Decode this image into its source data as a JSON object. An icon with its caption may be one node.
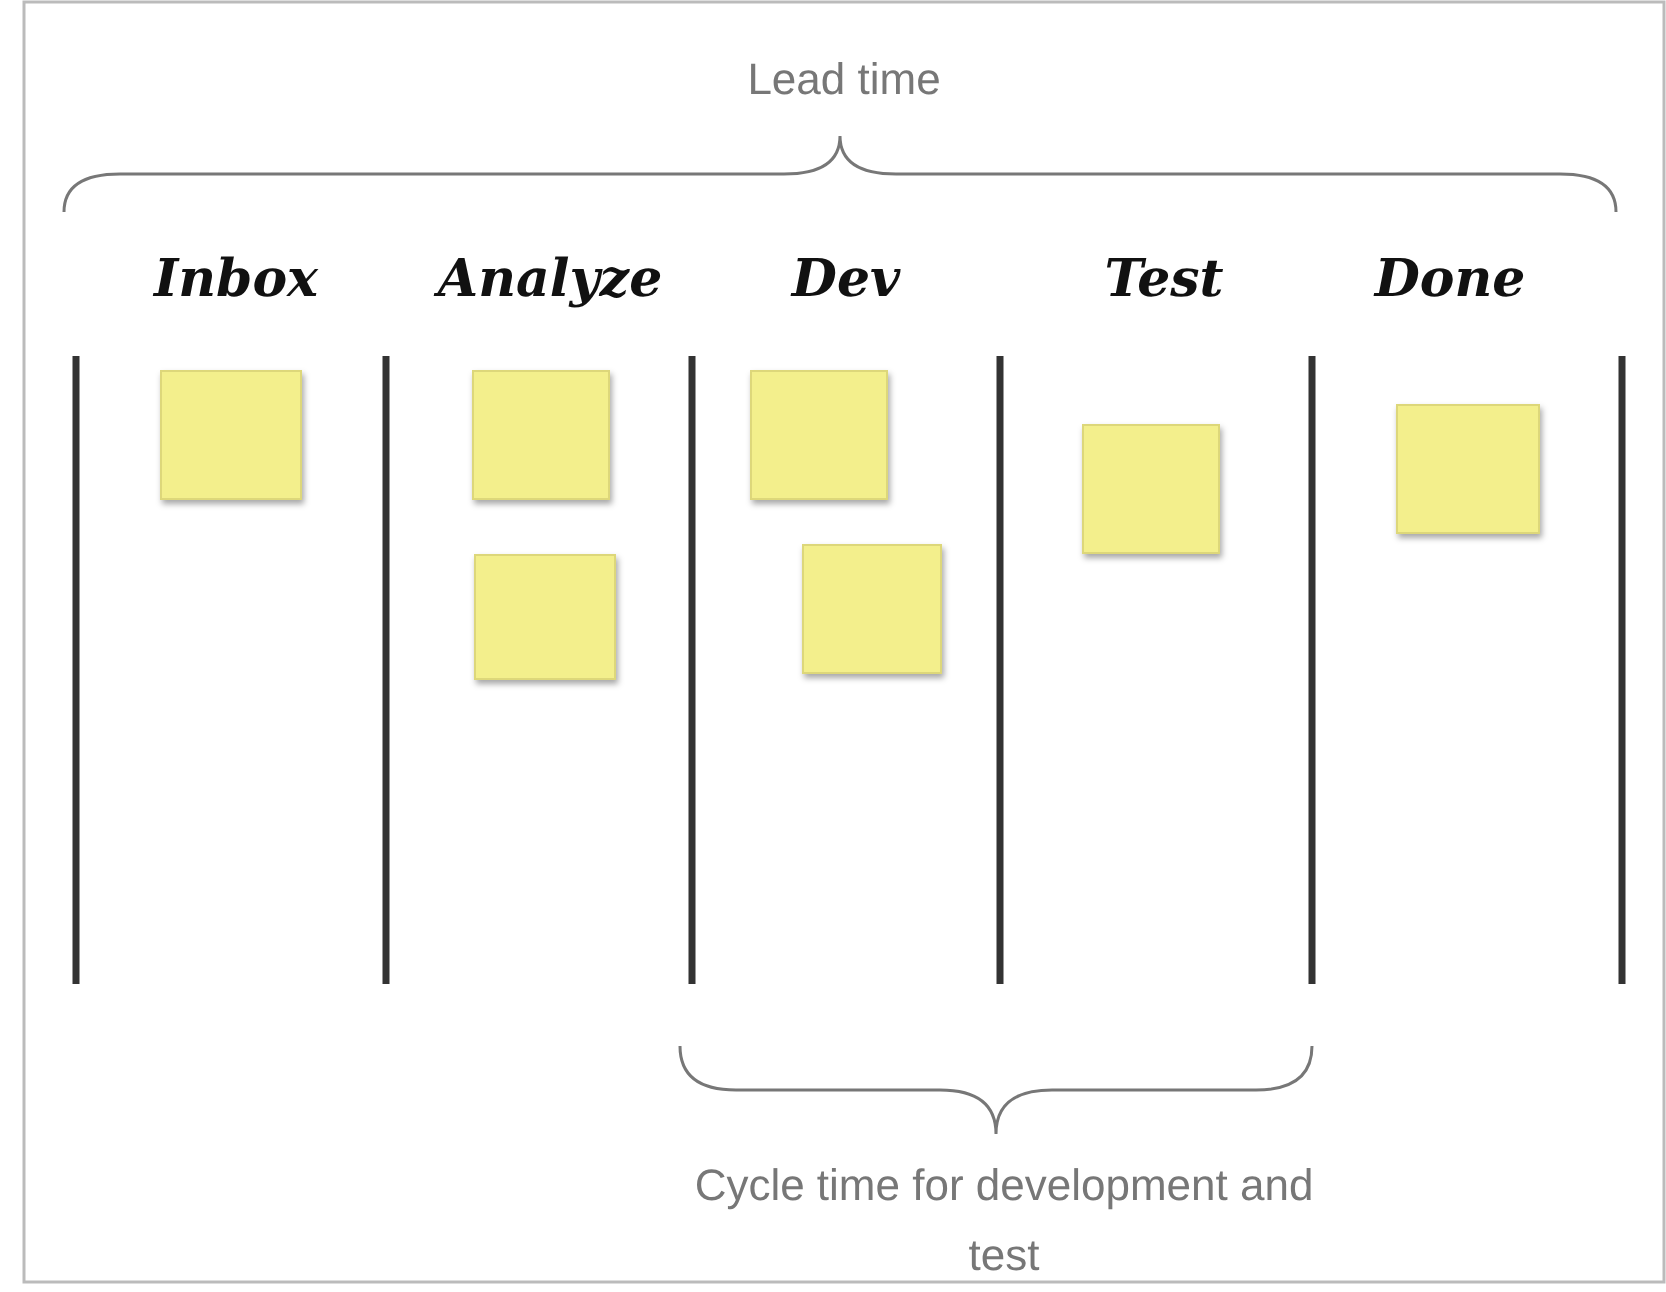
{
  "diagram": {
    "nodes": [
      {
        "text": [],
        "shape": "box"
      },
      {
        "text": [],
        "shape": "box"
      },
      {
        "text": [],
        "shape": "box"
      },
      {
        "text": [],
        "shape": "box"
      },
      {
        "text": [],
        "shape": "box"
      },
      {
        "text": [],
        "shape": "box"
      },
      {
        "text": [],
        "shape": "box"
      }
    ],
    "labels": [
      "Lead time",
      "Inbox",
      "Analyze",
      "Dev",
      "Test",
      "Done",
      "Cycle time for development and test"
    ]
  }
}
